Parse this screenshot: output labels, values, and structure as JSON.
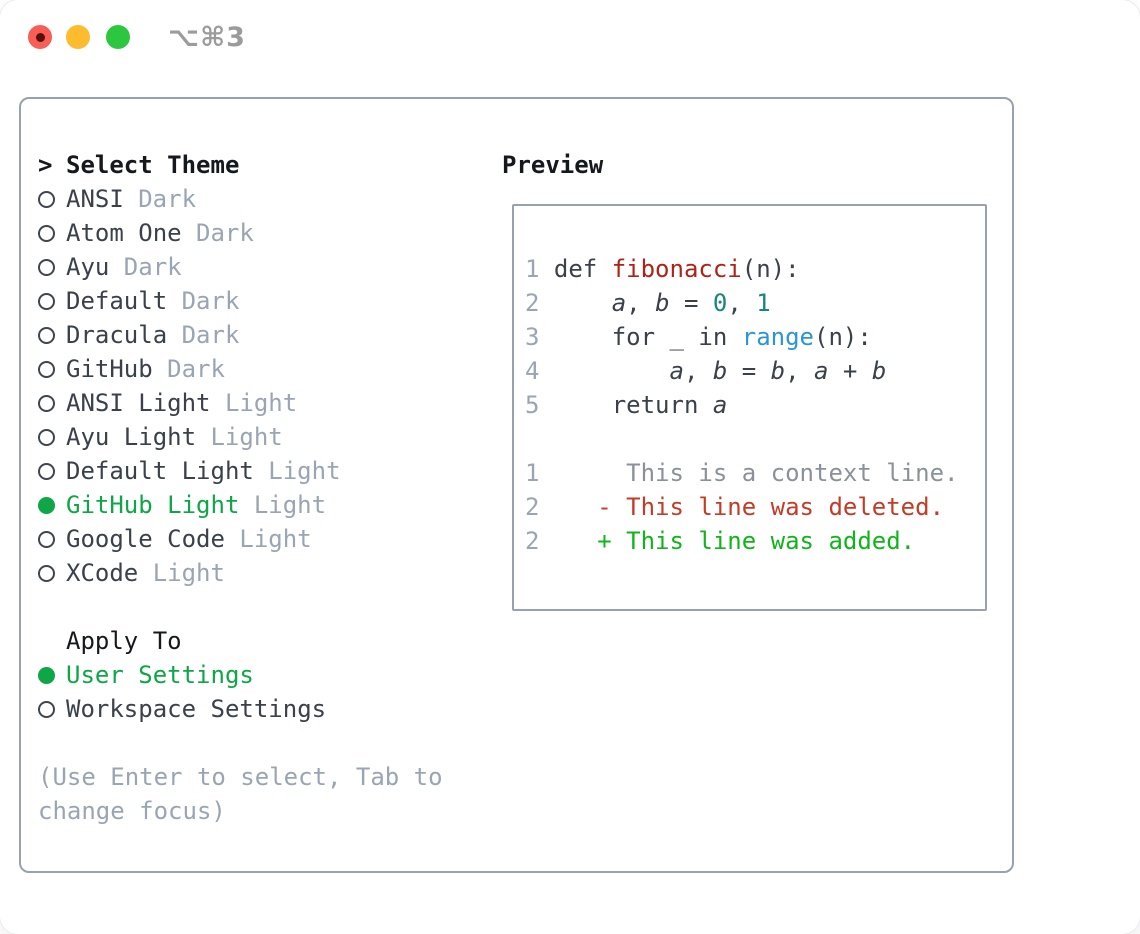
{
  "window": {
    "title": "⌥⌘3"
  },
  "theme_panel": {
    "prompt_marker": ">",
    "title": "Select Theme",
    "themes": [
      {
        "name": "ANSI",
        "variant": "Dark",
        "selected": false
      },
      {
        "name": "Atom One",
        "variant": "Dark",
        "selected": false
      },
      {
        "name": "Ayu",
        "variant": "Dark",
        "selected": false
      },
      {
        "name": "Default",
        "variant": "Dark",
        "selected": false
      },
      {
        "name": "Dracula",
        "variant": "Dark",
        "selected": false
      },
      {
        "name": "GitHub",
        "variant": "Dark",
        "selected": false
      },
      {
        "name": "ANSI Light",
        "variant": "Light",
        "selected": false
      },
      {
        "name": "Ayu Light",
        "variant": "Light",
        "selected": false
      },
      {
        "name": "Default Light",
        "variant": "Light",
        "selected": false
      },
      {
        "name": "GitHub Light",
        "variant": "Light",
        "selected": true
      },
      {
        "name": "Google Code",
        "variant": "Light",
        "selected": false
      },
      {
        "name": "XCode",
        "variant": "Light",
        "selected": false
      }
    ],
    "apply_title": "Apply To",
    "apply_options": [
      {
        "label": "User Settings",
        "selected": true
      },
      {
        "label": "Workspace Settings",
        "selected": false
      }
    ],
    "hint": "(Use Enter to select, Tab to change focus)"
  },
  "preview": {
    "title": "Preview",
    "code_lines": [
      {
        "number": "1",
        "tokens": [
          {
            "t": "def ",
            "c": "code"
          },
          {
            "t": "fibonacci",
            "c": "func"
          },
          {
            "t": "(n):",
            "c": "code"
          }
        ]
      },
      {
        "number": "2",
        "tokens": [
          {
            "t": "    ",
            "c": "code"
          },
          {
            "t": "a",
            "c": "var"
          },
          {
            "t": ", ",
            "c": "code"
          },
          {
            "t": "b",
            "c": "var"
          },
          {
            "t": " = ",
            "c": "code"
          },
          {
            "t": "0",
            "c": "num"
          },
          {
            "t": ", ",
            "c": "code"
          },
          {
            "t": "1",
            "c": "num"
          }
        ]
      },
      {
        "number": "3",
        "tokens": [
          {
            "t": "    for _ in ",
            "c": "code"
          },
          {
            "t": "range",
            "c": "builtin"
          },
          {
            "t": "(n):",
            "c": "code"
          }
        ]
      },
      {
        "number": "4",
        "tokens": [
          {
            "t": "        ",
            "c": "code"
          },
          {
            "t": "a",
            "c": "var"
          },
          {
            "t": ", ",
            "c": "code"
          },
          {
            "t": "b",
            "c": "var"
          },
          {
            "t": " = ",
            "c": "code"
          },
          {
            "t": "b",
            "c": "var"
          },
          {
            "t": ", ",
            "c": "code"
          },
          {
            "t": "a",
            "c": "var"
          },
          {
            "t": " + ",
            "c": "code"
          },
          {
            "t": "b",
            "c": "var"
          }
        ]
      },
      {
        "number": "5",
        "tokens": [
          {
            "t": "    return ",
            "c": "code"
          },
          {
            "t": "a",
            "c": "var"
          }
        ]
      }
    ],
    "diff_lines": [
      {
        "number": "1",
        "marker": "",
        "text": "This is a context line.",
        "type": "context"
      },
      {
        "number": "2",
        "marker": "-",
        "text": "This line was deleted.",
        "type": "deleted"
      },
      {
        "number": "2",
        "marker": "+",
        "text": "This line was added.",
        "type": "added"
      }
    ]
  },
  "colors": {
    "accent_green": "#0fa648",
    "text_dark": "#3a414b",
    "text_black": "#15181c",
    "text_muted": "#9aa5b3",
    "border": "#97a1b0",
    "title_gray": "#9b9b9b",
    "code_function_red": "#ae2318",
    "code_number_teal": "#19857c",
    "code_builtin_blue": "#2b95d8",
    "diff_context_gray": "#8a9199",
    "diff_deleted_red": "#c43b26",
    "diff_added_green": "#12b41c",
    "traffic_red": "#f85e55",
    "traffic_yellow": "#fdbc2e",
    "traffic_green": "#2dc63f"
  }
}
